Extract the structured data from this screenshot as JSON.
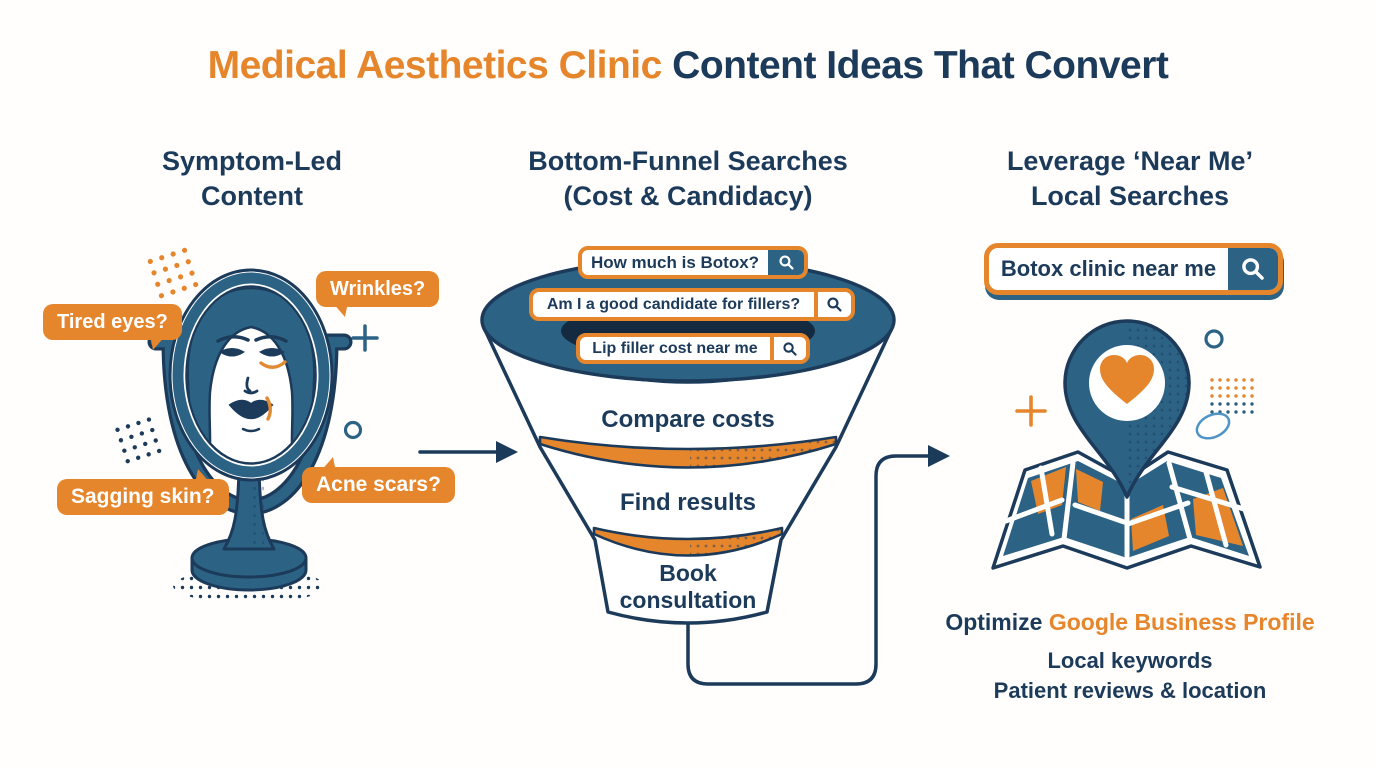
{
  "title": {
    "highlight": "Medical Aesthetics Clinic ",
    "rest": "Content Ideas That Convert"
  },
  "columns": {
    "symptom": {
      "heading1": "Symptom-Led",
      "heading2": "Content",
      "bubbles": [
        "Tired eyes?",
        "Wrinkles?",
        "Sagging skin?",
        "Acne scars?"
      ]
    },
    "funnel": {
      "heading1": "Bottom-Funnel Searches",
      "heading2": "(Cost & Candidacy)",
      "searches": [
        "How much is Botox?",
        "Am I a good candidate for fillers?",
        "Lip filler cost near me"
      ],
      "stages": [
        "Compare costs",
        "Find results",
        "Book consultation"
      ]
    },
    "local": {
      "heading1": "Leverage ‘Near Me’",
      "heading2": "Local Searches",
      "search_query": "Botox clinic near me",
      "tips": {
        "line1_prefix": "Optimize ",
        "line1_highlight": "Google Business Profile",
        "line2": "Local keywords",
        "line3": "Patient reviews & location"
      }
    }
  },
  "icons": {
    "search": "search-icon",
    "pin": "location-pin-icon",
    "heart": "heart-icon"
  },
  "colors": {
    "orange": "#E6862C",
    "navy": "#1C3A5A",
    "blue": "#2C6385",
    "funnel_hole": "#142A40"
  }
}
